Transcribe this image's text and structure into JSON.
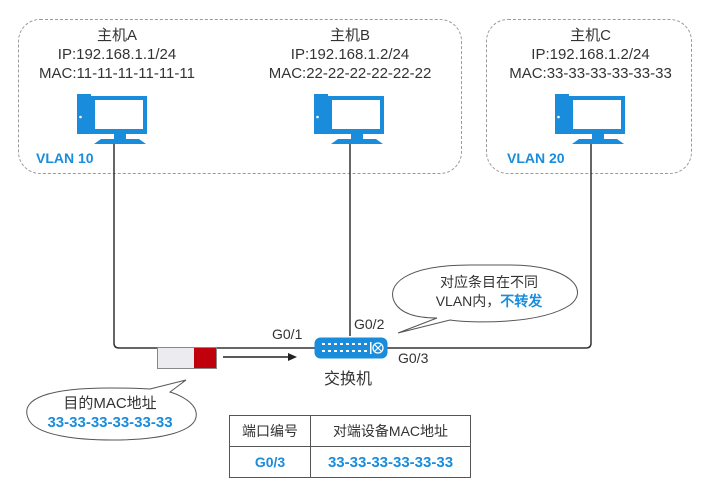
{
  "hosts": [
    {
      "name": "主机A",
      "ip": "IP:192.168.1.1/24",
      "mac": "MAC:11-11-11-11-11-11",
      "vlan": "VLAN 10"
    },
    {
      "name": "主机B",
      "ip": "IP:192.168.1.2/24",
      "mac": "MAC:22-22-22-22-22-22",
      "vlan": "VLAN 10"
    },
    {
      "name": "主机C",
      "ip": "IP:192.168.1.2/24",
      "mac": "MAC:33-33-33-33-33-33",
      "vlan": "VLAN 20"
    }
  ],
  "groups": [
    {
      "label": "VLAN 10"
    },
    {
      "label": "VLAN 20"
    }
  ],
  "switch": {
    "label": "交换机",
    "ports": {
      "p1": "G0/1",
      "p2": "G0/2",
      "p3": "G0/3"
    }
  },
  "callouts": {
    "switch_note_line1": "对应条目在不同",
    "switch_note_line2_prefix": "VLAN内，",
    "switch_note_line2_emph": "不转发",
    "frame_note_line1": "目的MAC地址",
    "frame_note_line2": "33-33-33-33-33-33"
  },
  "mac_table": {
    "headers": [
      "端口编号",
      "对端设备MAC地址"
    ],
    "rows": [
      [
        "G0/3",
        "33-33-33-33-33-33"
      ]
    ]
  },
  "colors": {
    "accent": "#1a8cdc",
    "frame_header": "#c0000b",
    "frame_body": "#ececf0"
  }
}
